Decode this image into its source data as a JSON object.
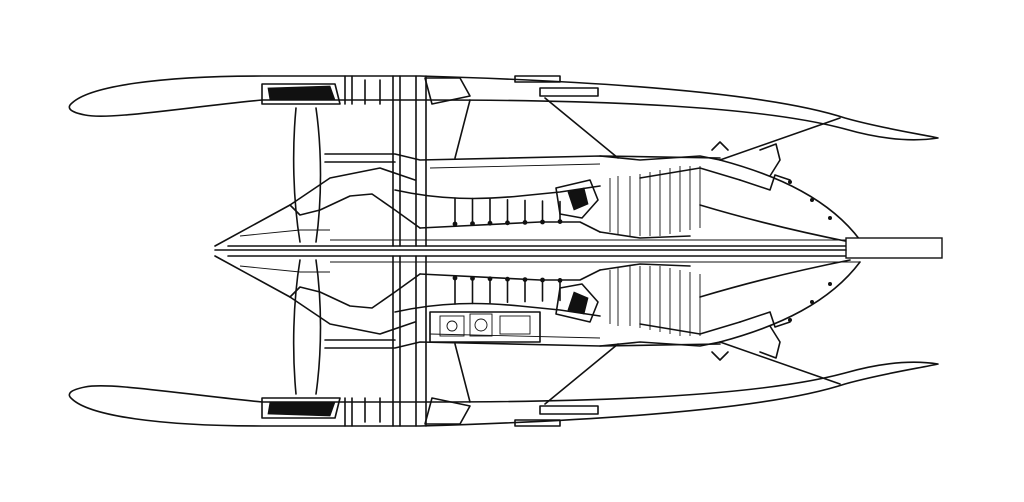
{
  "diagram": {
    "subject": "turbofan-engine-cutaway",
    "line_color": "#111111",
    "background": "#ffffff",
    "compressor_stages": 7,
    "turbine_stages": 4
  }
}
